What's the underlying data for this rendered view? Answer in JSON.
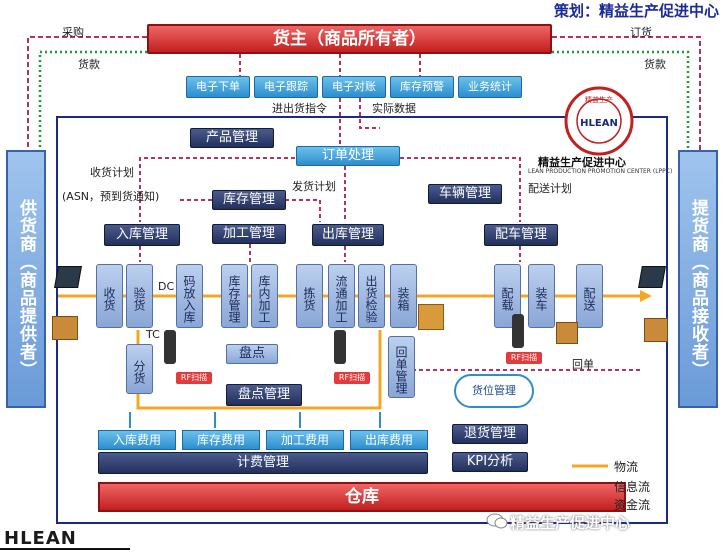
{
  "banner": "策划：精益生产促进中心",
  "owner": "货主（商品所有者）",
  "top_labels": {
    "purchase": "采购",
    "payment_left": "货款",
    "order": "订货",
    "payment_right": "货款"
  },
  "systems": [
    "电子下单",
    "电子跟踪",
    "电子对账",
    "库存预警",
    "业务统计"
  ],
  "system_labels": {
    "inout_cmd": "进出货指令",
    "actual_data": "实际数据"
  },
  "supplier": "供货商（商品提供者）",
  "receiver": "提货商（商品接收者）",
  "logo": {
    "ring_text": "精益生产促进中心",
    "brand": "HLEAN",
    "title": "精益生产促进中心",
    "subtitle": "LEAN PRODUCTION PROMOTION CENTER (LPPC)"
  },
  "management": {
    "product": "产品管理",
    "order": "订单处理",
    "inventory": "库存管理",
    "vehicle": "车辆管理",
    "inbound": "入库管理",
    "processing": "加工管理",
    "outbound": "出库管理",
    "dispatch": "配车管理",
    "stocktake": "盘点管理",
    "returns": "退货管理",
    "kpi": "KPI分析",
    "billing": "计费管理",
    "warehouse": "仓库"
  },
  "flow_labels": {
    "receipt_plan": "收货计划",
    "asn": "(ASN，预到货通知)",
    "shipping_plan": "发货计划",
    "delivery_plan": "配送计划",
    "dc": "DC",
    "tc": "TC",
    "return_note": "回单"
  },
  "processes": [
    "收货",
    "验货",
    "码放入库",
    "库存管理",
    "库内加工",
    "拣货",
    "流通加工",
    "出货检验",
    "装箱",
    "配载",
    "装车",
    "配送"
  ],
  "subprocesses": {
    "sorting": "分货",
    "stocktake": "盘点",
    "return_form": "回单管理",
    "location": "货位管理"
  },
  "fees": [
    "入库费用",
    "库存费用",
    "加工费用",
    "出库费用"
  ],
  "scanner": "RF扫描",
  "legend": [
    {
      "label": "物流",
      "color": "#f5a623"
    },
    {
      "label": "信息流",
      "color": "#b5335a"
    },
    {
      "label": "资金流",
      "color": "#1e9c35"
    }
  ],
  "footer": {
    "brand": "HLEAN",
    "wechat": "精益生产促进中心"
  }
}
